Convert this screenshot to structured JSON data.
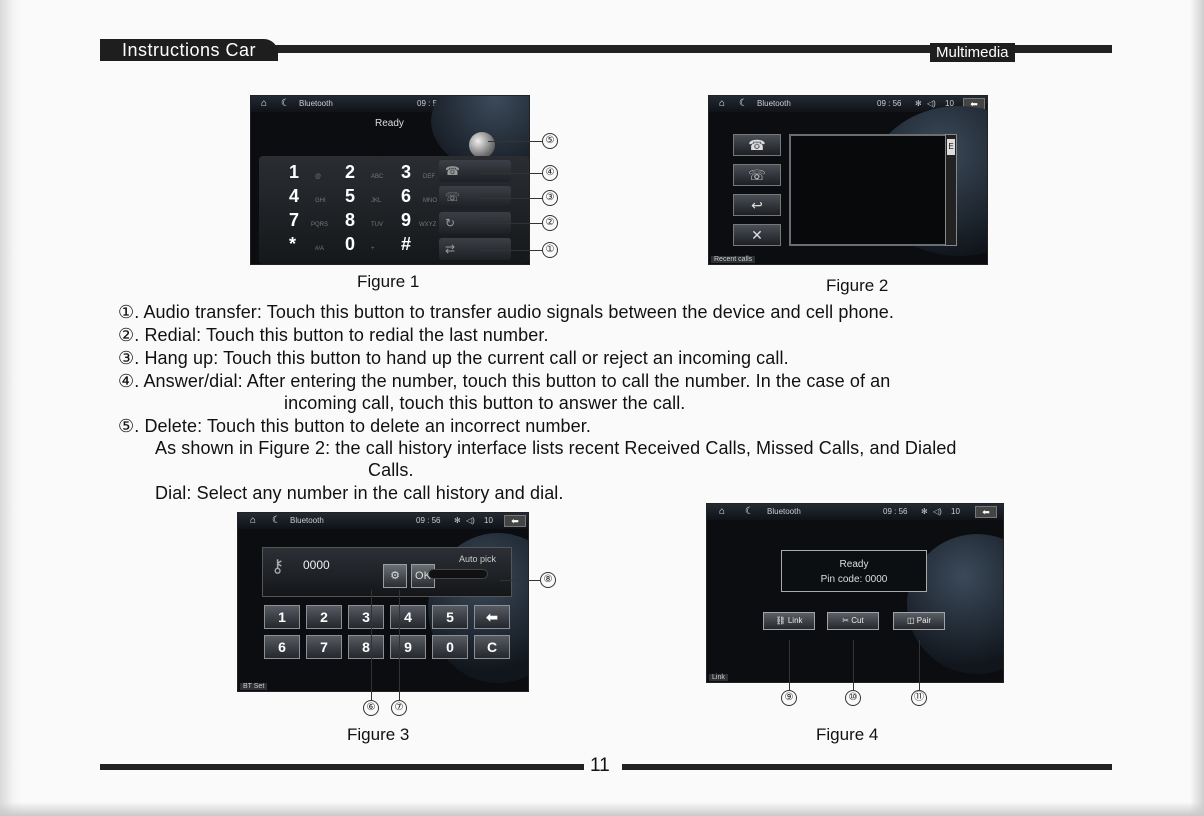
{
  "header": {
    "left_tab": "Instructions Car",
    "right_tab": "Multimedia"
  },
  "screen_common": {
    "bluetooth": "Bluetooth",
    "time": "09 : 56",
    "volume": "10"
  },
  "figure1": {
    "status": "Ready",
    "keys": [
      {
        "main": "1",
        "sub": "@"
      },
      {
        "main": "2",
        "sub": "ABC"
      },
      {
        "main": "3",
        "sub": "DEF"
      },
      {
        "main": "4",
        "sub": "GHI"
      },
      {
        "main": "5",
        "sub": "JKL"
      },
      {
        "main": "6",
        "sub": "MNO"
      },
      {
        "main": "7",
        "sub": "PQRS"
      },
      {
        "main": "8",
        "sub": "TUV"
      },
      {
        "main": "9",
        "sub": "WXYZ"
      },
      {
        "main": "*",
        "sub": "#/A"
      },
      {
        "main": "0",
        "sub": "+"
      },
      {
        "main": "#",
        "sub": ""
      }
    ],
    "caption": "Figure 1",
    "callouts": [
      "⑤",
      "④",
      "③",
      "②",
      "①"
    ]
  },
  "figure2": {
    "corner_label": "Recent calls",
    "caption": "Figure 2",
    "scroll_label": "E"
  },
  "figure3": {
    "pin": "0000",
    "ok_label": "OK",
    "auto_pick": "Auto pick",
    "row1": [
      "1",
      "2",
      "3",
      "4",
      "5",
      "⬅"
    ],
    "row2": [
      "6",
      "7",
      "8",
      "9",
      "0",
      "C"
    ],
    "corner_label": "BT Set",
    "caption": "Figure 3",
    "callouts": [
      "⑧",
      "⑥",
      "⑦"
    ]
  },
  "figure4": {
    "status": "Ready",
    "pin_code": "Pin code:  0000",
    "buttons": [
      "Link",
      "Cut",
      "Pair"
    ],
    "corner_label": "Link",
    "caption": "Figure 4",
    "callouts": [
      "⑨",
      "⑩",
      "⑪"
    ]
  },
  "body_text": {
    "item1": "①. Audio transfer: Touch this button to transfer audio signals between the device and cell phone.",
    "item2": "②. Redial: Touch this button to redial the last number.",
    "item3": "③. Hang up: Touch this button to hand up the current call or reject an incoming call.",
    "item4_line1": "④. Answer/dial: After entering the number, touch this button to call the number. In the case of an",
    "item4_line2": "incoming call, touch this button to answer the call.",
    "item5": "⑤. Delete: Touch this button to delete an incorrect number.",
    "fig2_line1": "As shown in Figure 2: the call history interface lists recent Received Calls, Missed Calls, and Dialed",
    "fig2_line2": "Calls.",
    "dial": "Dial: Select any number in the call history and dial."
  },
  "footer": {
    "page_number": "11"
  }
}
